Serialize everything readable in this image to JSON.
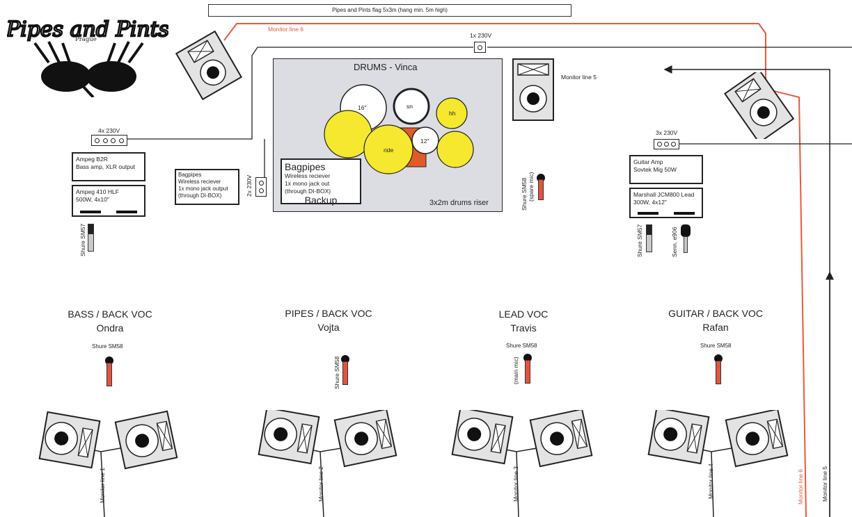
{
  "logo": {
    "text": "Pipes and Pints",
    "city": "Prague"
  },
  "flag": {
    "label": "Pipes and Pints flag 5x3m (hang min. 5m high)"
  },
  "monitor_lines": {
    "line6_top": "Monitor line 6",
    "line5_top": "Monitor line 5",
    "line1": "Monitor line 1",
    "line2": "Monitor line 2",
    "line3": "Monitor line 3",
    "line4": "Monitor line 4",
    "line6_bottom": "Monitor line 6",
    "line5_bottom": "Monitor line 5"
  },
  "power": {
    "top": "1x 230V",
    "bass": "4x 230V",
    "bagpipes": "2x 230V",
    "guitar": "3x 230V"
  },
  "drums": {
    "title": "DRUMS - Vinca",
    "riser": "3x2m drums riser",
    "pieces": {
      "kick": "16\"",
      "snare": "sn",
      "hihat": "hh",
      "ride": "ride",
      "tom": "12\""
    }
  },
  "bagpipes_backup": {
    "title": "Bagpipes",
    "lines": [
      "Wireless reciever",
      "1x mono jack out",
      "(through DI-BOX)"
    ],
    "footer": "Backup"
  },
  "bagpipes_main": {
    "lines": [
      "Bagpipes",
      "Wireless reciever",
      "1x mono jack output",
      "(through DI-BOX)"
    ]
  },
  "bass_amp": {
    "lines": [
      "Ampeg B2R",
      "Bass amp, XLR output"
    ]
  },
  "bass_cab": {
    "lines": [
      "Ampeg 410 HLF",
      "500W, 4x10\""
    ]
  },
  "guitar_amp": {
    "lines": [
      "Guitar Amp",
      "Sovtek Mig 50W"
    ]
  },
  "guitar_cab": {
    "lines": [
      "Marshall JCM800 Lead",
      "300W, 4x12\""
    ]
  },
  "mics": {
    "bass_sm57": "Shure SM57",
    "guitar_sm57": "Shure SM57",
    "guitar_e906": "Senn. e906",
    "spare": "Shure SM58",
    "spare_note": "(spare mic)",
    "bass_voc": "Shure SM58",
    "pipes_voc": "Shure SM58",
    "lead_voc": "Shure SM58",
    "lead_note": "(main mic)",
    "guitar_voc": "Shure SM58"
  },
  "positions": [
    {
      "role": "BASS / BACK VOC",
      "name": "Ondra"
    },
    {
      "role": "PIPES / BACK VOC",
      "name": "Vojta"
    },
    {
      "role": "LEAD VOC",
      "name": "Travis"
    },
    {
      "role": "GUITAR / BACK VOC",
      "name": "Rafan"
    }
  ],
  "colors": {
    "monitor_line_6": "#e85a3c",
    "cymbal": "#f5e82e",
    "mic_body": "#e5533d",
    "riser": "#dcdde2"
  }
}
